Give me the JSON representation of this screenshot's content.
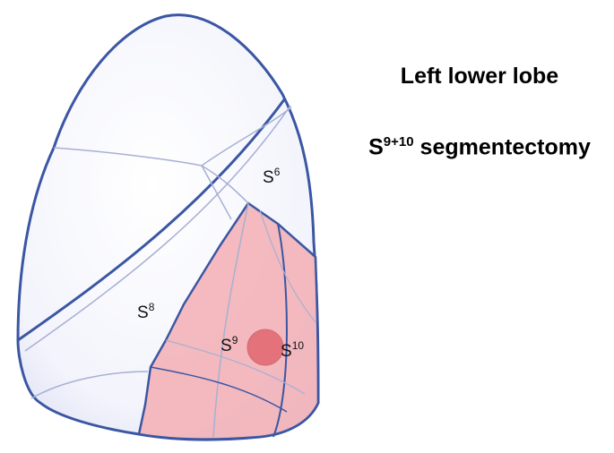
{
  "title": {
    "lobe": "Left lower lobe",
    "procedure_base": "S",
    "procedure_sup": "9+10",
    "procedure_rest": " segmentectomy"
  },
  "segments": {
    "s6": {
      "base": "S",
      "sup": "6"
    },
    "s8": {
      "base": "S",
      "sup": "8"
    },
    "s9": {
      "base": "S",
      "sup": "9"
    },
    "s10": {
      "base": "S",
      "sup": "10"
    }
  },
  "colors": {
    "outline": "#3b56a3",
    "lobe_fill": "#eef0fb",
    "resection_fill": "#f3b3b8",
    "lesion_fill": "#e0656d",
    "segment_lines": "#a7b0d2"
  }
}
